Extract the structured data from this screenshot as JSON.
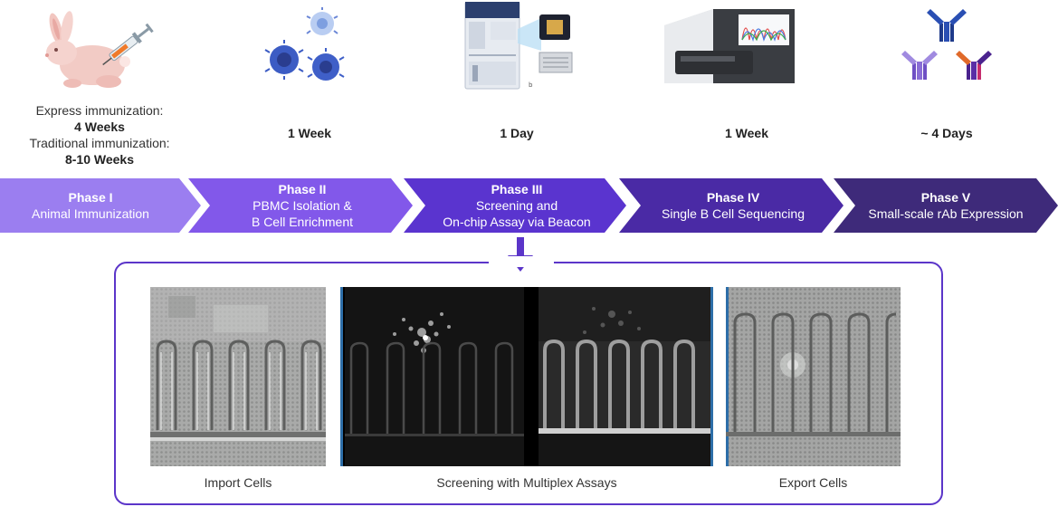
{
  "steps": [
    {
      "time_lines": [
        "Express immunization:",
        "4 Weeks",
        "Traditional immunization:",
        "8-10 Weeks"
      ],
      "phase": "Phase I",
      "desc": [
        "Animal Immunization"
      ],
      "color": "#9b7ef0",
      "icon": "rabbit-syringe-icon"
    },
    {
      "time_lines": [
        "1 Week"
      ],
      "phase": "Phase II",
      "desc": [
        "PBMC Isolation &",
        "B Cell Enrichment"
      ],
      "color": "#8258ea",
      "icon": "b-cells-icon"
    },
    {
      "time_lines": [
        "1 Day"
      ],
      "phase": "Phase III",
      "desc": [
        "Screening and",
        "On-chip Assay via Beacon"
      ],
      "color": "#5a34cf",
      "icon": "beacon-instrument-icon"
    },
    {
      "time_lines": [
        "1 Week"
      ],
      "phase": "Phase IV",
      "desc": [
        "Single B Cell Sequencing"
      ],
      "color": "#4a2aa5",
      "icon": "sequencer-icon"
    },
    {
      "time_lines": [
        "~ 4 Days"
      ],
      "phase": "Phase V",
      "desc": [
        "Small-scale rAb Expression"
      ],
      "color": "#3e2a7a",
      "icon": "antibodies-icon"
    }
  ],
  "panel": {
    "captions": {
      "import": "Import Cells",
      "screening": "Screening with Multiplex Assays",
      "export": "Export Cells"
    },
    "border_color": "#5b35c9"
  }
}
